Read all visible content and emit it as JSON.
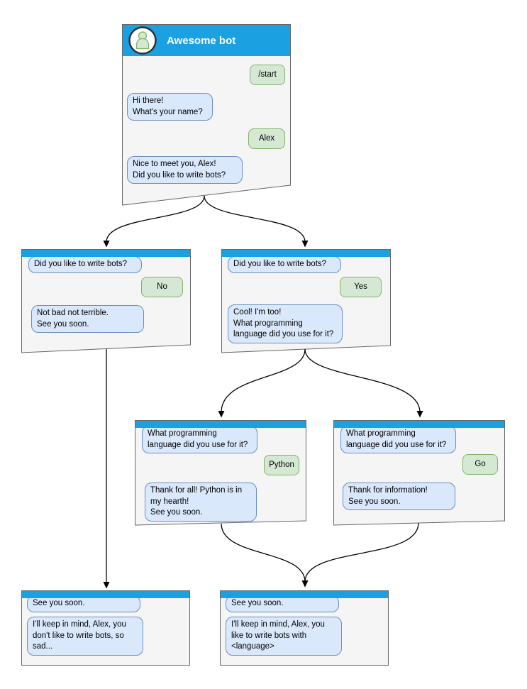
{
  "bot_window": {
    "title": "Awesome bot",
    "messages": {
      "start_command": "/start",
      "greeting": "Hi there!\nWhat's your name?",
      "user_name": "Alex",
      "like_bots_question": "Nice to meet you, Alex!\nDid you like to write bots?"
    }
  },
  "no_branch": {
    "question": "Did you like to write bots?",
    "answer": "No",
    "reply": "Not bad not terrible.\nSee you soon."
  },
  "yes_branch": {
    "question": "Did you like to write bots?",
    "answer": "Yes",
    "reply": "Cool! I'm too!\nWhat programming\nlanguage did you use for it?"
  },
  "python_branch": {
    "question": "What programming\nlanguage did you use for it?",
    "answer": "Python",
    "reply": "Thank for all! Python is in\nmy hearth!\nSee you soon."
  },
  "go_branch": {
    "question": "What programming\nlanguage did you use for it?",
    "answer": "Go",
    "reply": "Thank for information!\nSee you soon."
  },
  "end_no": {
    "question": "See you soon.",
    "reply": "I'll keep in mind, Alex, you\ndon't like to write bots, so\nsad..."
  },
  "end_yes": {
    "question": "See you soon.",
    "reply": "I'll keep in mind, Alex, you\nlike to write bots with\n<language>"
  },
  "icons": {
    "avatar": "bot-person-icon"
  },
  "colors": {
    "header_blue": "#1BA1E2",
    "panel_fill": "#F5F5F5",
    "panel_border": "#666666",
    "bot_bubble_fill": "#DAE8FC",
    "bot_bubble_border": "#6C8EBF",
    "user_bubble_fill": "#D5E8D4",
    "user_bubble_border": "#82B366",
    "arrow": "#000000",
    "title_text": "#FFFFFF"
  }
}
